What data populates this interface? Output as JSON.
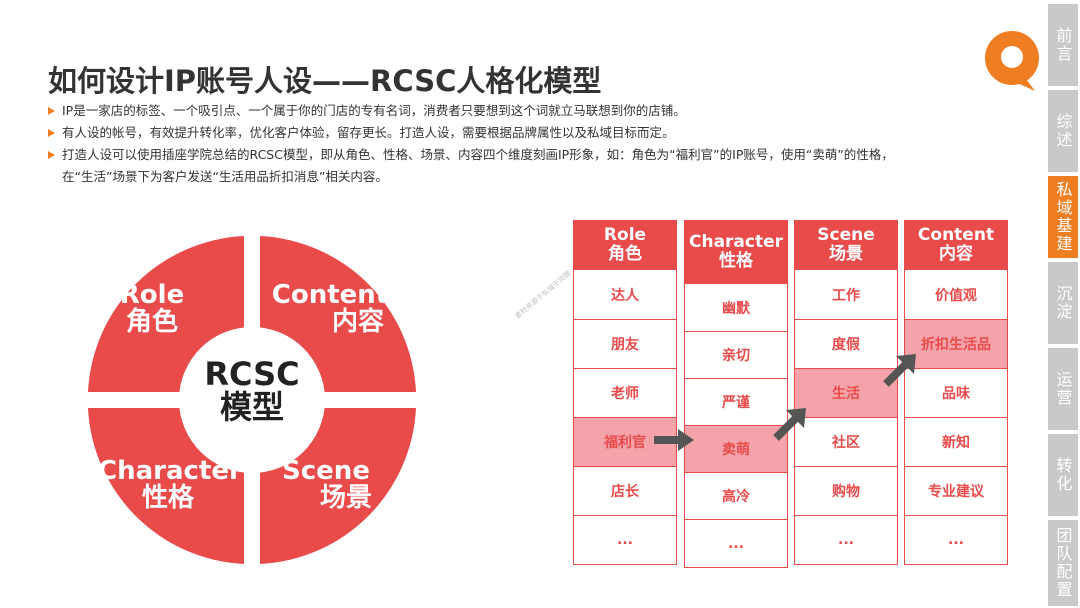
{
  "title": "如何设计IP账号人设——RCSC人格化模型",
  "bullets": [
    "IP是一家店的标签、一个吸引点、一个属于你的门店的专有名词，消费者只要想到这个词就立马联想到你的店铺。",
    "有人设的帐号，有效提升转化率，优化客户体验，留存更长。打造人设，需要根据品牌属性以及私域目标而定。",
    "打造人设可以使用插座学院总结的RCSC模型，即从角色、性格、场景、内容四个维度刻画IP形象，如：角色为“福利官”的IP账号，使用“卖萌”的性格，",
    "在“生活”场景下为客户发送“生活用品折扣消息”相关内容。"
  ],
  "nav": [
    "前言",
    "综述",
    "私域基建",
    "沉淀",
    "运营",
    "转化",
    "团队配置"
  ],
  "nav_active_index": 2,
  "colors": {
    "accent_orange": "#ef7d22",
    "accent_red": "#e94b4b",
    "highlight_pink": "#f3a3a9",
    "nav_gray": "#c9c9c9"
  },
  "diagram": {
    "center": [
      "RCSC",
      "模型"
    ],
    "quadrants": {
      "top_left": [
        "Role",
        "角色"
      ],
      "top_right": [
        "Content",
        "内容"
      ],
      "bottom_left": [
        "Character",
        "性格"
      ],
      "bottom_right": [
        "Scene",
        "场景"
      ]
    }
  },
  "table": {
    "columns": [
      {
        "en": "Role",
        "zh": "角色",
        "items": [
          "达人",
          "朋友",
          "老师",
          "福利官",
          "店长",
          "..."
        ],
        "highlight": 3
      },
      {
        "en": "Character",
        "zh": "性格",
        "items": [
          "幽默",
          "亲切",
          "严谨",
          "卖萌",
          "高冷",
          "..."
        ],
        "highlight": 3
      },
      {
        "en": "Scene",
        "zh": "场景",
        "items": [
          "工作",
          "度假",
          "生活",
          "社区",
          "购物",
          "..."
        ],
        "highlight": 2
      },
      {
        "en": "Content",
        "zh": "内容",
        "items": [
          "价值观",
          "折扣生活品",
          "品味",
          "新知",
          "专业建议",
          "..."
        ],
        "highlight": 1
      }
    ]
  },
  "watermark": "素材来源于私域干货圈"
}
